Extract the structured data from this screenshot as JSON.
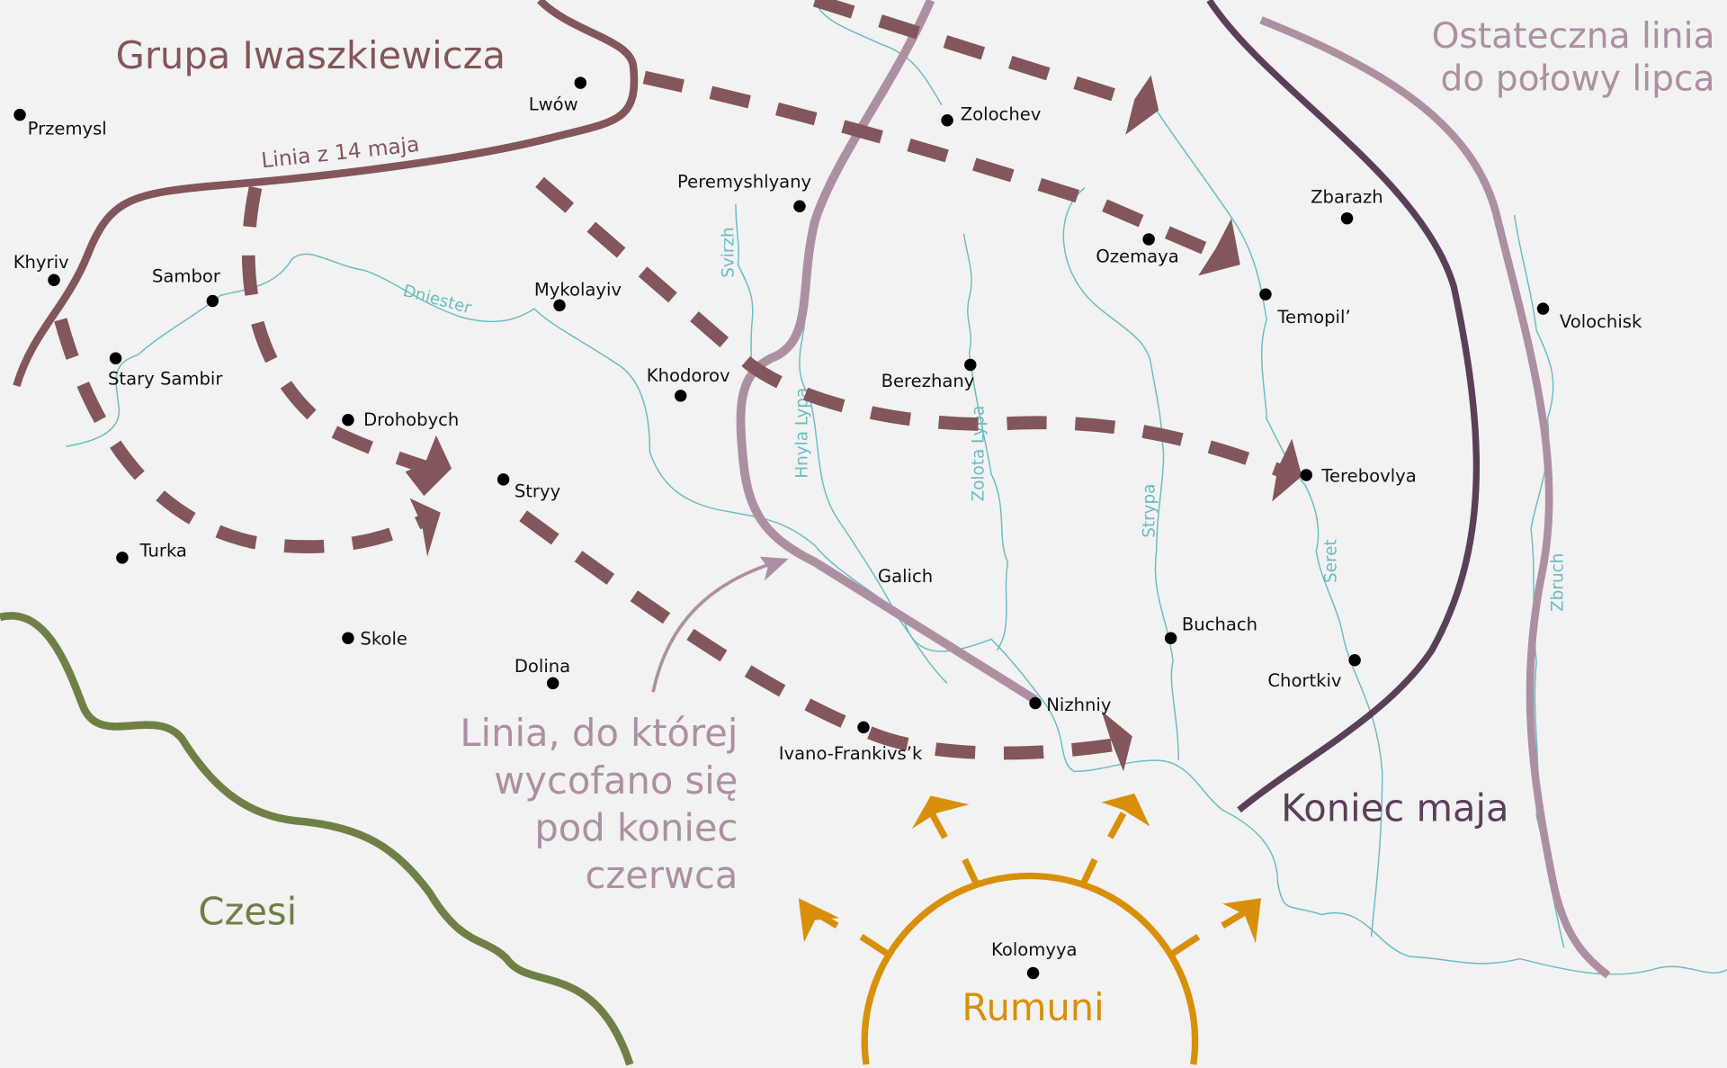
{
  "colors": {
    "background": "#f2f2f2",
    "polish_front": "#82565a",
    "withdrawal_line": "#ad8fa2",
    "end_of_may": "#5a3f58",
    "czech": "#6e8045",
    "romanian": "#d8900a",
    "river": "#6bbcc0"
  },
  "labels": {
    "group": "Grupa Iwaszkiewicza",
    "line_may14": "Linia z 14 maja",
    "final_line_1": "Ostateczna linia",
    "final_line_2": "do połowy lipca",
    "withdraw_1": "Linia, do której",
    "withdraw_2": "wycofano się",
    "withdraw_3": "pod koniec",
    "withdraw_4": "czerwca",
    "end_may": "Koniec maja",
    "czech": "Czesi",
    "romanian": "Rumuni"
  },
  "cities": [
    "Lwów",
    "Przemysl",
    "Zolochev",
    "Peremyshlyany",
    "Zbarazh",
    "Khyriv",
    "Sambor",
    "Ozemaya",
    "Mykolayiv",
    "Temopil’",
    "Volochisk",
    "Stary Sambir",
    "Khodorov",
    "Berezhany",
    "Drohobych",
    "Terebovlya",
    "Stryy",
    "Turka",
    "Galich",
    "Buchach",
    "Skole",
    "Dolina",
    "Chortkiv",
    "Nizhniy",
    "Ivano-Frankivs’k",
    "Kolomyya"
  ],
  "rivers": [
    "Dniester",
    "Svirzh",
    "Hnyla Lypa",
    "Zolota Lypa",
    "Strypa",
    "Seret",
    "Zbruch"
  ]
}
